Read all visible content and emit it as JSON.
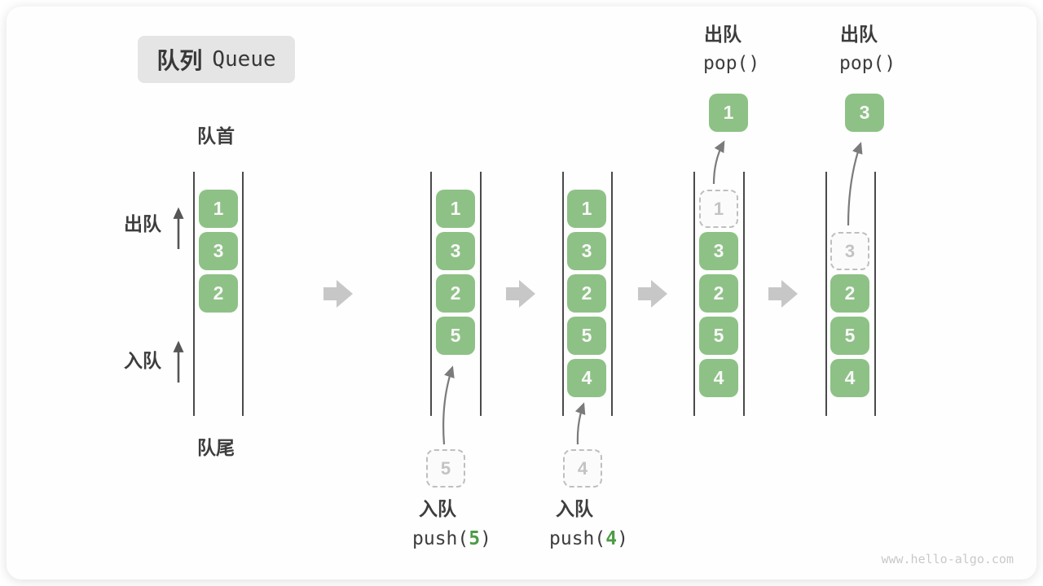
{
  "badge": {
    "zh": "队列",
    "en": "Queue"
  },
  "labels": {
    "front": "队首",
    "rear": "队尾",
    "dequeue_side": "出队",
    "enqueue_side": "入队"
  },
  "ops": {
    "pop1": {
      "title": "出队",
      "code": "pop()",
      "value": "1"
    },
    "pop2": {
      "title": "出队",
      "code": "pop()",
      "value": "3"
    },
    "push5": {
      "title": "入队",
      "code_open": "push(",
      "arg": "5",
      "code_close": ")",
      "ghost": "5"
    },
    "push4": {
      "title": "入队",
      "code_open": "push(",
      "arg": "4",
      "code_close": ")",
      "ghost": "4"
    }
  },
  "columns": [
    {
      "cells": [
        {
          "v": "1"
        },
        {
          "v": "3"
        },
        {
          "v": "2"
        }
      ]
    },
    {
      "cells": [
        {
          "v": "1"
        },
        {
          "v": "3"
        },
        {
          "v": "2"
        },
        {
          "v": "5"
        }
      ]
    },
    {
      "cells": [
        {
          "v": "1"
        },
        {
          "v": "3"
        },
        {
          "v": "2"
        },
        {
          "v": "5"
        },
        {
          "v": "4"
        }
      ]
    },
    {
      "ghost": "1",
      "cells": [
        {
          "v": "3"
        },
        {
          "v": "2"
        },
        {
          "v": "5"
        },
        {
          "v": "4"
        }
      ]
    },
    {
      "ghost": "3",
      "cells": [
        {
          "v": "2"
        },
        {
          "v": "5"
        },
        {
          "v": "4"
        }
      ]
    }
  ],
  "watermark": "www.hello-algo.com",
  "colors": {
    "box_green": "#8ec186",
    "accent_green": "#4d9c45",
    "line_dark": "#4a4a4a",
    "block_arrow_gray": "#c7c7c7",
    "curve_arrow_gray": "#7b7b7b",
    "ghost_gray": "#c3c3c3",
    "ghost_border": "#bfbfbf",
    "badge_bg": "#e5e5e5",
    "watermark_gray": "#c9c9c9"
  }
}
